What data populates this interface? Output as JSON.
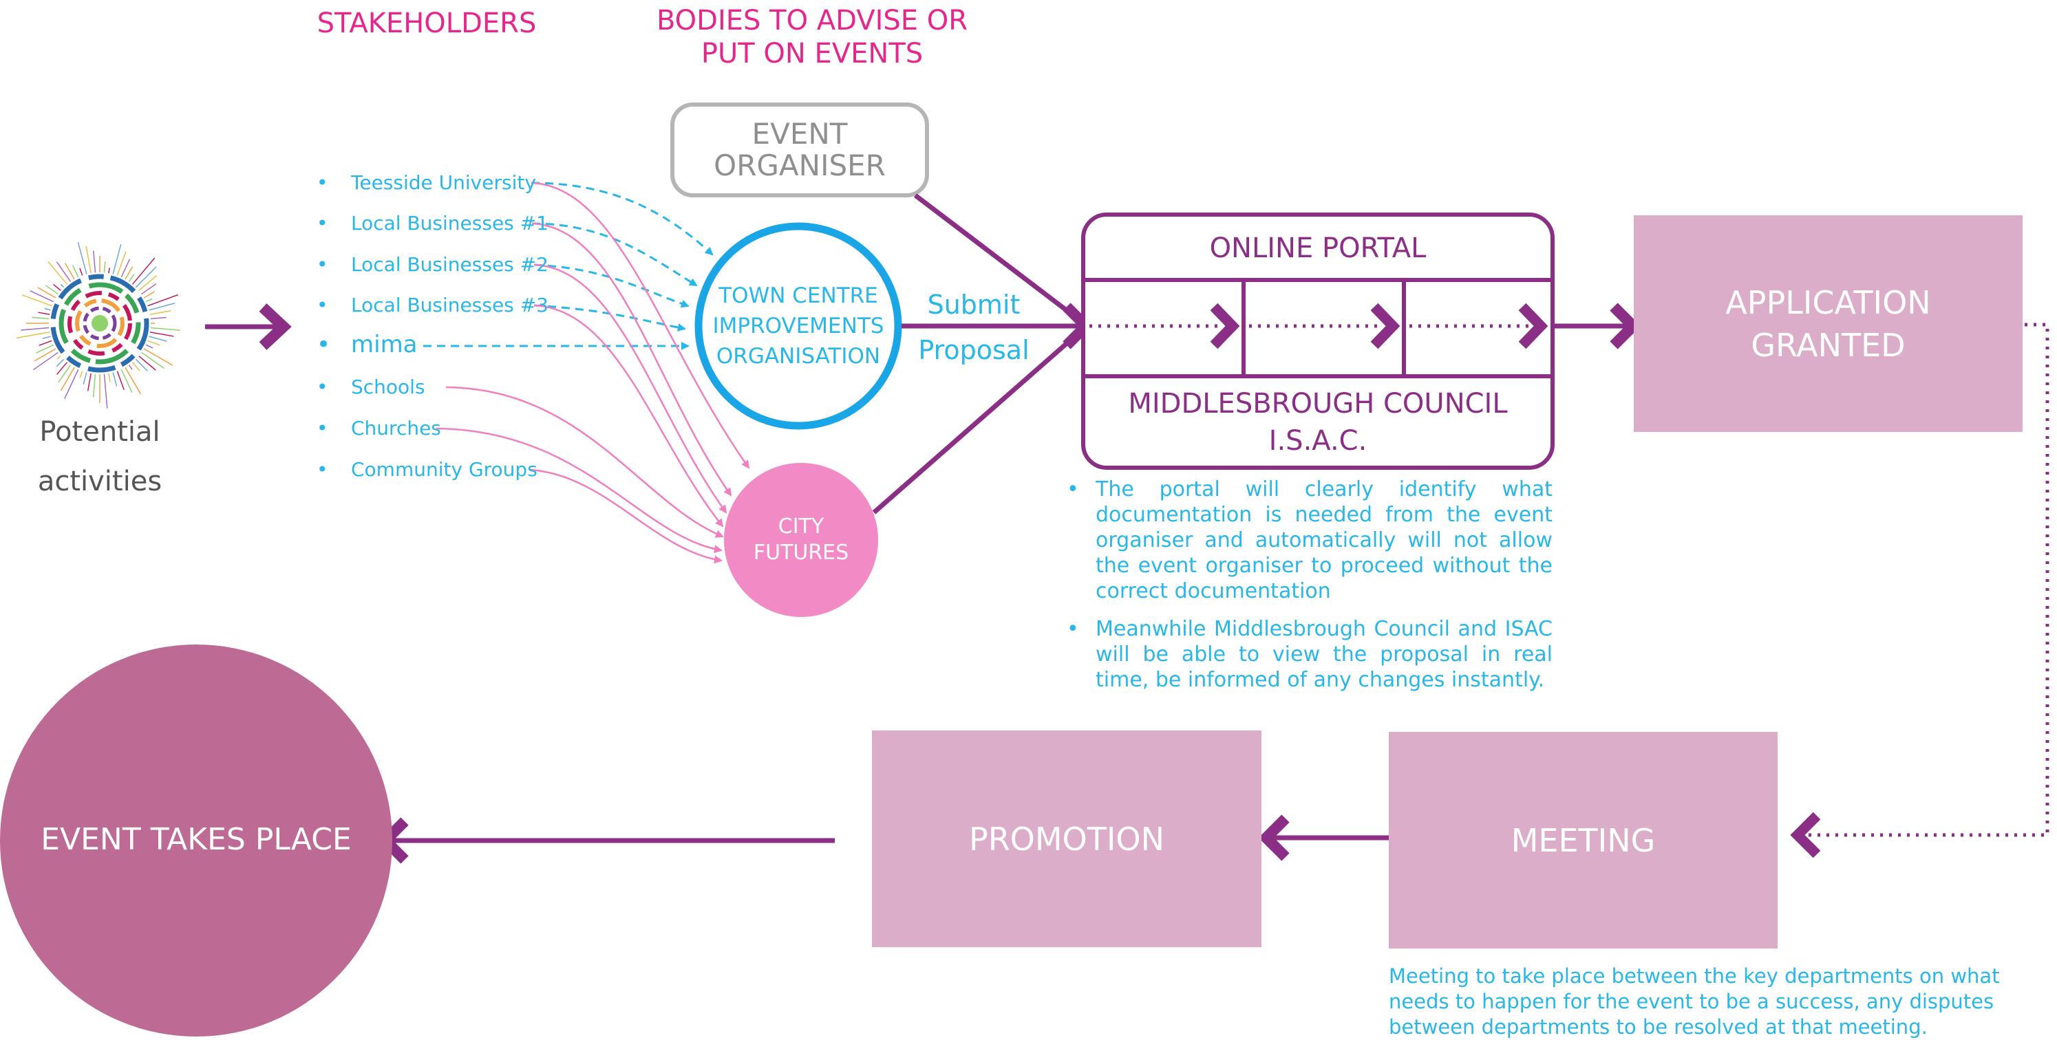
{
  "headers": {
    "stakeholders": "STAKEHOLDERS",
    "bodies_line1": "BODIES TO ADVISE OR",
    "bodies_line2": "PUT ON EVENTS"
  },
  "potential": {
    "line1": "Potential",
    "line2": "activities"
  },
  "stakeholders": [
    "Teesside University",
    "Local Businesses #1",
    "Local Businesses #2",
    "Local Businesses #3",
    "mima",
    "Schools",
    "Churches",
    "Community Groups"
  ],
  "bullet_glyph": "•",
  "event_organiser": {
    "line1": "EVENT",
    "line2": "ORGANISER"
  },
  "town_centre": {
    "line1": "TOWN CENTRE",
    "line2": "IMPROVEMENTS",
    "line3": "ORGANISATION"
  },
  "city_futures": {
    "line1": "CITY",
    "line2": "FUTURES"
  },
  "submit": {
    "line1": "Submit",
    "line2": "Proposal"
  },
  "portal": {
    "title": "ONLINE PORTAL",
    "council_line1": "MIDDLESBROUGH COUNCIL",
    "council_line2": "I.S.A.C."
  },
  "portal_notes": [
    "The portal will clearly identify what documentation is needed from the event organiser and automatically will not allow the event organiser to proceed without the correct documentation",
    "Meanwhile Middlesbrough Council and ISAC will be able to view the proposal in real time, be informed of any changes instantly."
  ],
  "application": {
    "line1": "APPLICATION",
    "line2": "GRANTED"
  },
  "meeting": {
    "label": "MEETING",
    "note": "Meeting to take place between the key departments on what needs to happen for the event to be a success, any disputes between departments to be resolved at that meeting."
  },
  "promotion": {
    "label": "PROMOTION"
  },
  "event": {
    "label": "EVENT TAKES PLACE"
  },
  "colors": {
    "purple": "#8b2f86",
    "magenta_header": "#e6268c",
    "cyan": "#29b6e8",
    "pink_light": "#f07fc0",
    "box_pink": "#dcadc8",
    "event_circle": "#bd6a94",
    "grey": "#9a9a9a"
  }
}
